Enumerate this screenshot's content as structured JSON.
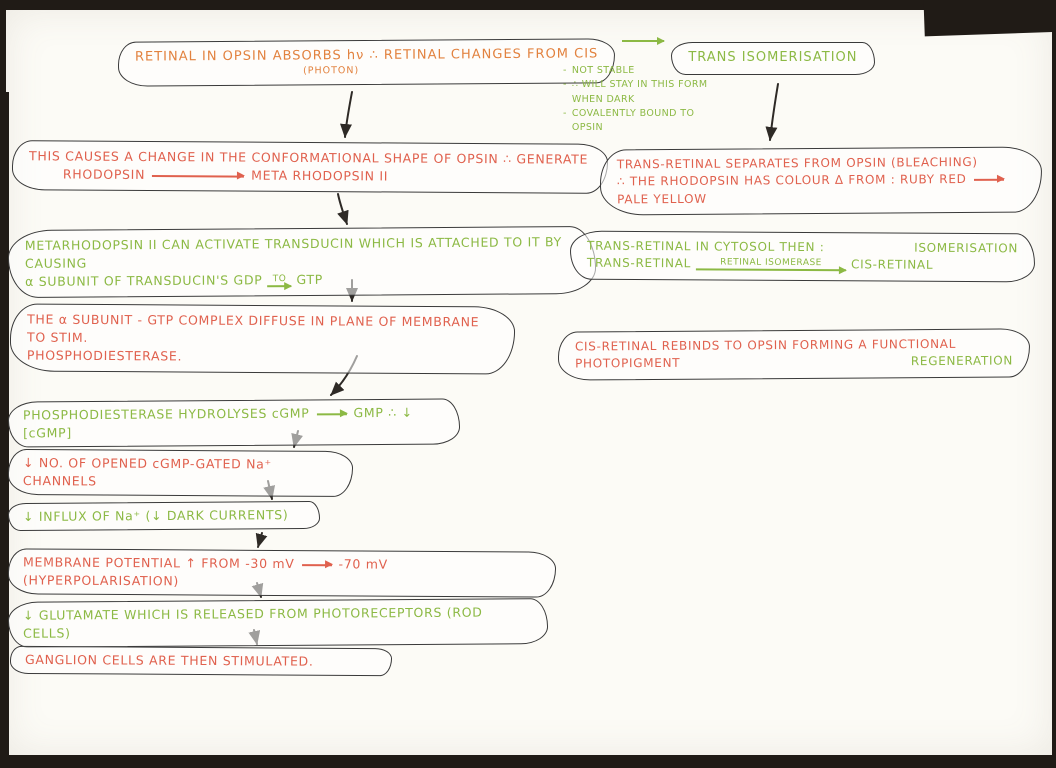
{
  "colors": {
    "paper": "#fcfbf6",
    "scan_border": "#201b16",
    "ink": "#2e2a26",
    "orange": "#e2823f",
    "red": "#e0614e",
    "green": "#8cb944"
  },
  "title": {
    "main": "RETINAL IN OPSIN ABSORBS hν ∴ RETINAL CHANGES FROM CIS",
    "photon": "(PHOTON)",
    "result": "TRANS ISOMERISATION"
  },
  "side_notes": {
    "bullet": "-",
    "items": [
      "NOT STABLE",
      "∴ WILL STAY IN THIS FORM WHEN DARK",
      "COVALENTLY BOUND TO OPSIN"
    ]
  },
  "left": {
    "step1": {
      "line1": "THIS CAUSES A CHANGE IN THE CONFORMATIONAL SHAPE OF OPSIN ∴ GENERATE",
      "from": "RHODOPSIN",
      "to": "META RHODOPSIN II"
    },
    "step2": {
      "line1": "METARHODOPSIN II CAN ACTIVATE TRANSDUCIN WHICH IS ATTACHED TO IT BY CAUSING",
      "line2a": "α SUBUNIT OF TRANSDUCIN'S GDP",
      "arrow_label": "TO",
      "line2b": "GTP"
    },
    "step3": {
      "line1": "THE α SUBUNIT - GTP COMPLEX DIFFUSE IN PLANE OF MEMBRANE TO STIM.",
      "line2": "PHOSPHODIESTERASE."
    },
    "step4": {
      "a": "PHOSPHODIESTERASE HYDROLYSES cGMP",
      "b": "GMP ∴ ↓ [cGMP]"
    },
    "step5": {
      "text": "↓ NO. OF OPENED cGMP-GATED Na⁺ CHANNELS"
    },
    "step6": {
      "text": "↓ INFLUX OF Na⁺ (↓ DARK CURRENTS)"
    },
    "step7": {
      "a": "MEMBRANE POTENTIAL ↑ FROM -30 mV",
      "b": "-70 mV (HYPERPOLARISATION)"
    },
    "step8": {
      "text": "↓ GLUTAMATE WHICH IS RELEASED FROM PHOTORECEPTORS (ROD CELLS)"
    },
    "step9": {
      "text": "GANGLION CELLS ARE THEN STIMULATED."
    }
  },
  "right": {
    "step1": {
      "line1": "TRANS-RETINAL SEPARATES FROM OPSIN (BLEACHING)",
      "line2a": "∴ THE RHODOPSIN HAS COLOUR Δ FROM : RUBY RED",
      "line2b": "PALE YELLOW"
    },
    "step2": {
      "line1": "TRANS-RETINAL IN CYTOSOL THEN :",
      "tag": "ISOMERISATION",
      "from": "TRANS-RETINAL",
      "enzyme": "RETINAL ISOMERASE",
      "to": "CIS-RETINAL"
    },
    "step3": {
      "line1": "CIS-RETINAL REBINDS TO OPSIN FORMING A FUNCTIONAL",
      "line2": "PHOTOPIGMENT",
      "tag": "REGENERATION"
    }
  }
}
